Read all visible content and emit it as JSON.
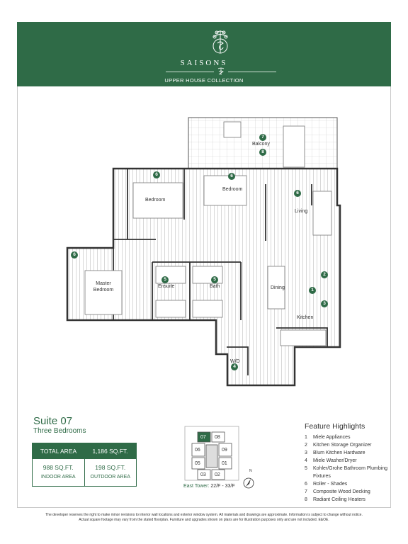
{
  "brand": {
    "name": "SAISONS",
    "monogram": "ꟿ",
    "collection": "UPPER HOUSE COLLECTION",
    "color": "#2f6b47"
  },
  "plan": {
    "rooms": [
      {
        "id": "balcony",
        "label": "Balcony"
      },
      {
        "id": "bedroom1",
        "label": "Bedroom"
      },
      {
        "id": "bedroom2",
        "label": "Bedroom"
      },
      {
        "id": "living",
        "label": "Living"
      },
      {
        "id": "master",
        "label": "Master Bedroom"
      },
      {
        "id": "ensuite",
        "label": "Ensuite"
      },
      {
        "id": "bath",
        "label": "Bath"
      },
      {
        "id": "dining",
        "label": "Dining"
      },
      {
        "id": "kitchen",
        "label": "Kitchen"
      },
      {
        "id": "wd",
        "label": "W/D"
      }
    ],
    "markers": [
      "7",
      "8",
      "6",
      "6",
      "6",
      "6",
      "5",
      "5",
      "1",
      "2",
      "3",
      "4"
    ]
  },
  "suite": {
    "title": "Suite 07",
    "subtitle": "Three Bedrooms",
    "total_label": "TOTAL AREA",
    "total_value": "1,186 SQ.FT.",
    "indoor_value": "988 SQ.FT.",
    "indoor_label": "INDOOR AREA",
    "outdoor_value": "198 SQ.FT.",
    "outdoor_label": "OUTDOOR AREA"
  },
  "keyplan": {
    "units": [
      "07",
      "08",
      "06",
      "09",
      "05",
      "01",
      "03",
      "02"
    ],
    "highlight": "07",
    "tower_label": "East Tower:",
    "floors": "22/F - 33/F",
    "compass": "N"
  },
  "features": {
    "title": "Feature Highlights",
    "items": [
      {
        "num": "1",
        "text": "Miele Appliances"
      },
      {
        "num": "2",
        "text": "Kitchen Storage Organizer"
      },
      {
        "num": "3",
        "text": "Blum Kitchen Hardware"
      },
      {
        "num": "4",
        "text": "Miele Washer/Dryer"
      },
      {
        "num": "5",
        "text": "Kohler/Grohe Bathroom Plumbing Fixtures"
      },
      {
        "num": "6",
        "text": "Roller - Shades"
      },
      {
        "num": "7",
        "text": "Composite Wood Decking"
      },
      {
        "num": "8",
        "text": "Radiant Ceiling Heaters"
      }
    ]
  },
  "disclaimer": "The developer reserves the right to make minor revisions to interior wall locations and exterior window system. All materials and drawings are approximate. Information is subject to change without notice. Actual square footage may vary from the stated floorplan. Furniture and upgrades shown on plans are for illustration purposes only and are not included. E&OE."
}
